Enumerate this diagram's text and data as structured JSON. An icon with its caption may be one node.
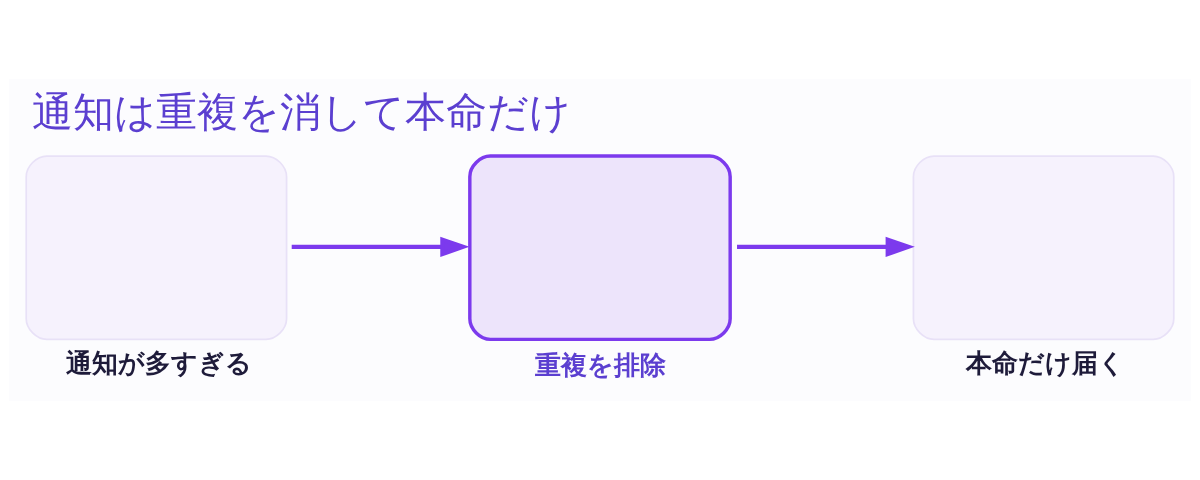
{
  "diagram": {
    "title": "通知は重複を消して本命だけ",
    "nodes": [
      {
        "text": [
          "通知が多すぎる"
        ]
      },
      {
        "text": [
          "重複を排除"
        ]
      },
      {
        "text": [
          "本命だけ届く"
        ]
      }
    ],
    "edges": [
      {
        "from": 0,
        "to": 1,
        "arrow": "to"
      },
      {
        "from": 1,
        "to": 2,
        "arrow": "to"
      }
    ]
  }
}
